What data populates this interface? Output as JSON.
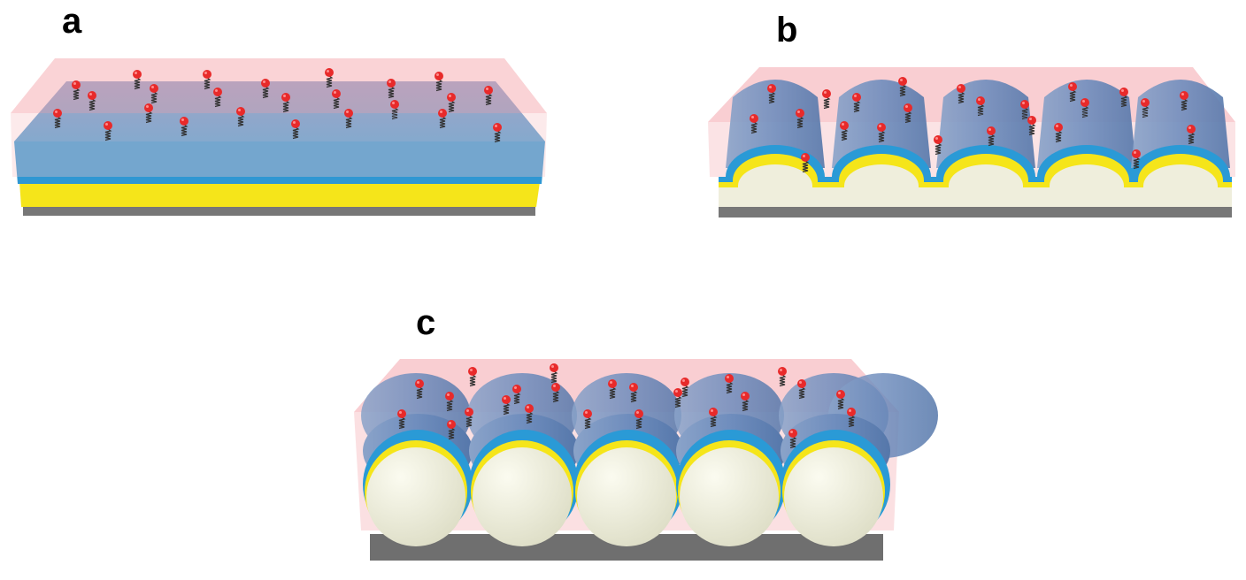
{
  "panels": [
    {
      "id": "a",
      "label": "a"
    },
    {
      "id": "b",
      "label": "b"
    },
    {
      "id": "c",
      "label": "c"
    }
  ],
  "colors": {
    "medium": "#f7b8bc",
    "sensing_layer": "#2a9ad6",
    "metal_film": "#f5e51a",
    "substrate": "#7a7a7a",
    "nanostructure": "#efeedc",
    "molecule_head": "#e82a2a",
    "molecule_linker": "#333333"
  }
}
